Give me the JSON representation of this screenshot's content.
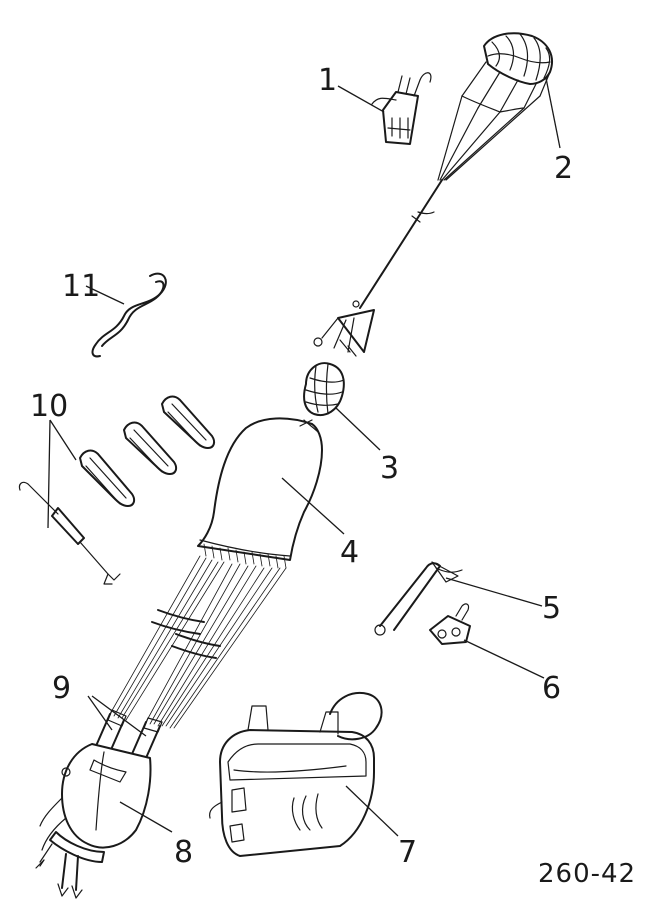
{
  "callouts": [
    "1",
    "2",
    "3",
    "4",
    "5",
    "6",
    "7",
    "8",
    "9",
    "10",
    "11"
  ],
  "reference_code": "260-42"
}
